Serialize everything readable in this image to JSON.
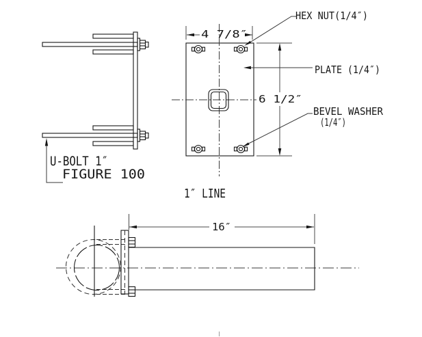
{
  "callouts": {
    "hex_nut": "HEX NUT(1/4″)",
    "plate": "PLATE (1/4″)",
    "bevel_washer_line1": "BEVEL WASHER",
    "bevel_washer_line2": "(1/4″)"
  },
  "dimensions": {
    "plate_width": "4 7/8″",
    "plate_height": "6 1/2″",
    "pipe_length": "16″"
  },
  "notes": {
    "u_bolt": "U-BOLT 1″",
    "figure": "FIGURE 100",
    "line_size": "1″ LINE"
  },
  "colors": {
    "line": "#161616",
    "background": "#ffffff"
  }
}
